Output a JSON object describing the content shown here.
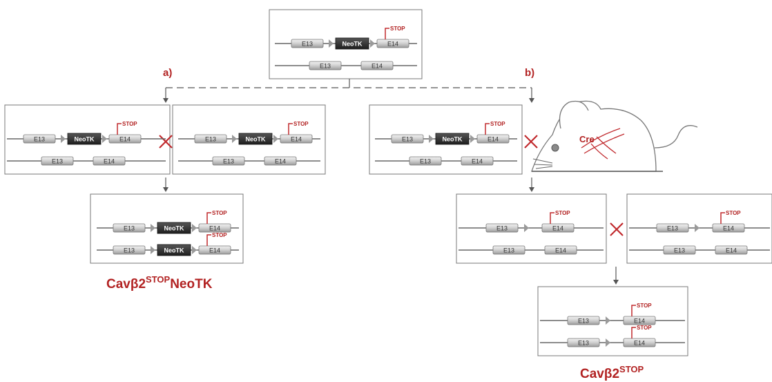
{
  "labels": {
    "exon13": "E13",
    "exon14": "E14",
    "cassette": "NeoTK",
    "stop": "STOP",
    "branch_a": "a)",
    "branch_b": "b)",
    "recombinase": "Cre",
    "result_a_base": "Cavβ2",
    "result_a_sup": "STOP",
    "result_a_suffix": "NeoTK",
    "result_b_base": "Cavβ2",
    "result_b_sup": "STOP"
  },
  "colors": {
    "accent_red": "#c0282c",
    "exon_grey": "#c8c8c8",
    "cassette_dark": "#2e2e2e",
    "loxp_grey": "#9a9a9a",
    "line_grey": "#666666"
  },
  "panels": [
    {
      "id": "founder",
      "alleles": [
        "targeted",
        "wildtype"
      ]
    },
    {
      "id": "a-parent-1",
      "alleles": [
        "targeted",
        "wildtype"
      ]
    },
    {
      "id": "a-parent-2",
      "alleles": [
        "targeted",
        "wildtype"
      ]
    },
    {
      "id": "a-offspring",
      "alleles": [
        "targeted",
        "targeted"
      ]
    },
    {
      "id": "b-parent",
      "alleles": [
        "targeted",
        "wildtype"
      ]
    },
    {
      "id": "b-excised-1",
      "alleles": [
        "excised",
        "wildtype"
      ]
    },
    {
      "id": "b-excised-2",
      "alleles": [
        "excised",
        "wildtype"
      ]
    },
    {
      "id": "b-offspring",
      "alleles": [
        "excised",
        "excised"
      ]
    }
  ]
}
